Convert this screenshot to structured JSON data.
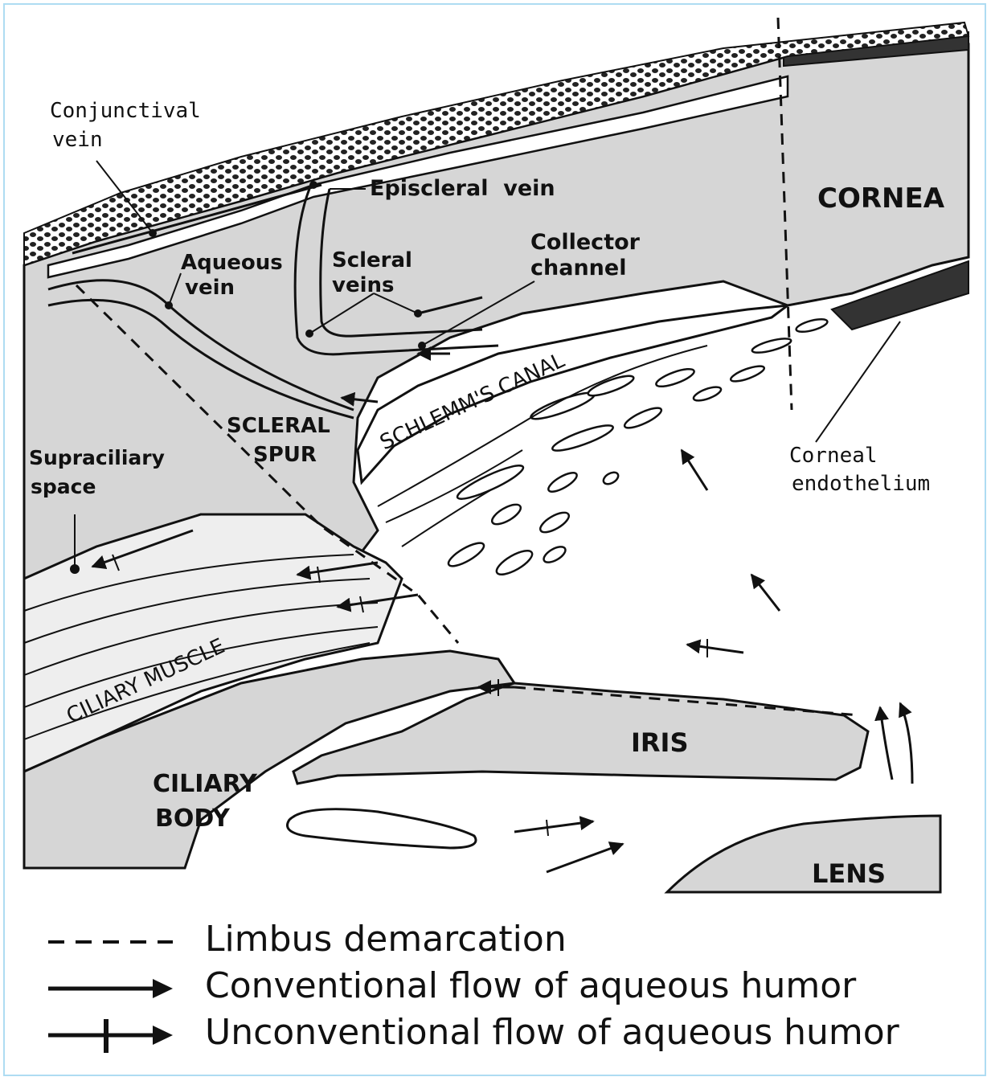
{
  "labels": {
    "conjunctival_vein": [
      "Conjunctival",
      "vein"
    ],
    "episcleral_vein": "Episcleral  vein",
    "cornea": "CORNEA",
    "aqueous_vein": [
      "Aqueous",
      "vein"
    ],
    "scleral_veins": [
      "Scleral",
      "veins"
    ],
    "collector_channel": [
      "Collector",
      "channel"
    ],
    "schlemms_canal": "SCHLEMM'S CANAL",
    "scleral_spur": [
      "SCLERAL",
      "SPUR"
    ],
    "supraciliary_space": [
      "Supraciliary",
      "space"
    ],
    "corneal_endothelium": [
      "Corneal",
      "endothelium"
    ],
    "ciliary_muscle": "CILIARY MUSCLE",
    "iris": "IRIS",
    "ciliary_body": [
      "CILIARY",
      "BODY"
    ],
    "lens": "LENS"
  },
  "legend": [
    {
      "symbol": "dashed-line",
      "text": "Limbus demarcation"
    },
    {
      "symbol": "arrow",
      "text": "Conventional flow of aqueous humor"
    },
    {
      "symbol": "crossed-arrow",
      "text": "Unconventional flow of aqueous humor"
    }
  ]
}
